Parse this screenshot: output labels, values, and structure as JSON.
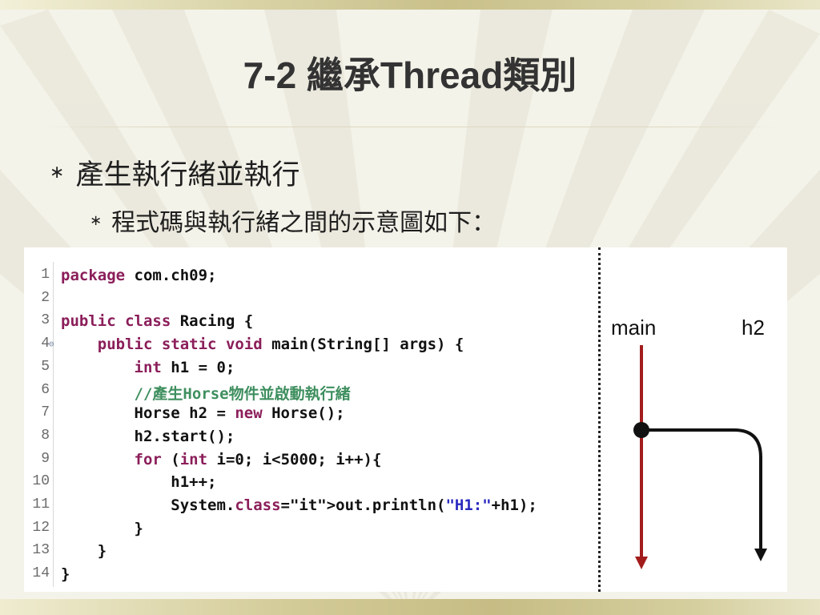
{
  "slide": {
    "title": "7-2 繼承Thread類別",
    "bullet_level1": "產生執行緒並執行",
    "bullet_level2": "程式碼與執行緒之間的示意圖如下：",
    "bullet_mark": "∗"
  },
  "code": {
    "lines": [
      {
        "n": "1",
        "text": "package com.ch09;"
      },
      {
        "n": "2",
        "text": ""
      },
      {
        "n": "3",
        "text": "public class Racing {"
      },
      {
        "n": "4",
        "text": "    public static void main(String[] args) {"
      },
      {
        "n": "5",
        "text": "        int h1 = 0;"
      },
      {
        "n": "6",
        "text": "        //產生Horse物件並啟動執行緒"
      },
      {
        "n": "7",
        "text": "        Horse h2 = new Horse();"
      },
      {
        "n": "8",
        "text": "        h2.start();"
      },
      {
        "n": "9",
        "text": "        for (int i=0; i<5000; i++){"
      },
      {
        "n": "10",
        "text": "            h1++;"
      },
      {
        "n": "11",
        "text": "            System.out.println(\"H1:\"+h1);"
      },
      {
        "n": "12",
        "text": "        }"
      },
      {
        "n": "13",
        "text": "    }"
      },
      {
        "n": "14",
        "text": "}"
      }
    ],
    "fold_marker": "⊖"
  },
  "diagram": {
    "main_label": "main",
    "thread_label": "h2",
    "main_color": "#a31c1c",
    "thread_color": "#111111"
  },
  "colors": {
    "keyword": "#8b1e5a",
    "comment": "#3f8f5f",
    "string": "#2a2ac0",
    "field_italic": "#2a4fc0"
  }
}
